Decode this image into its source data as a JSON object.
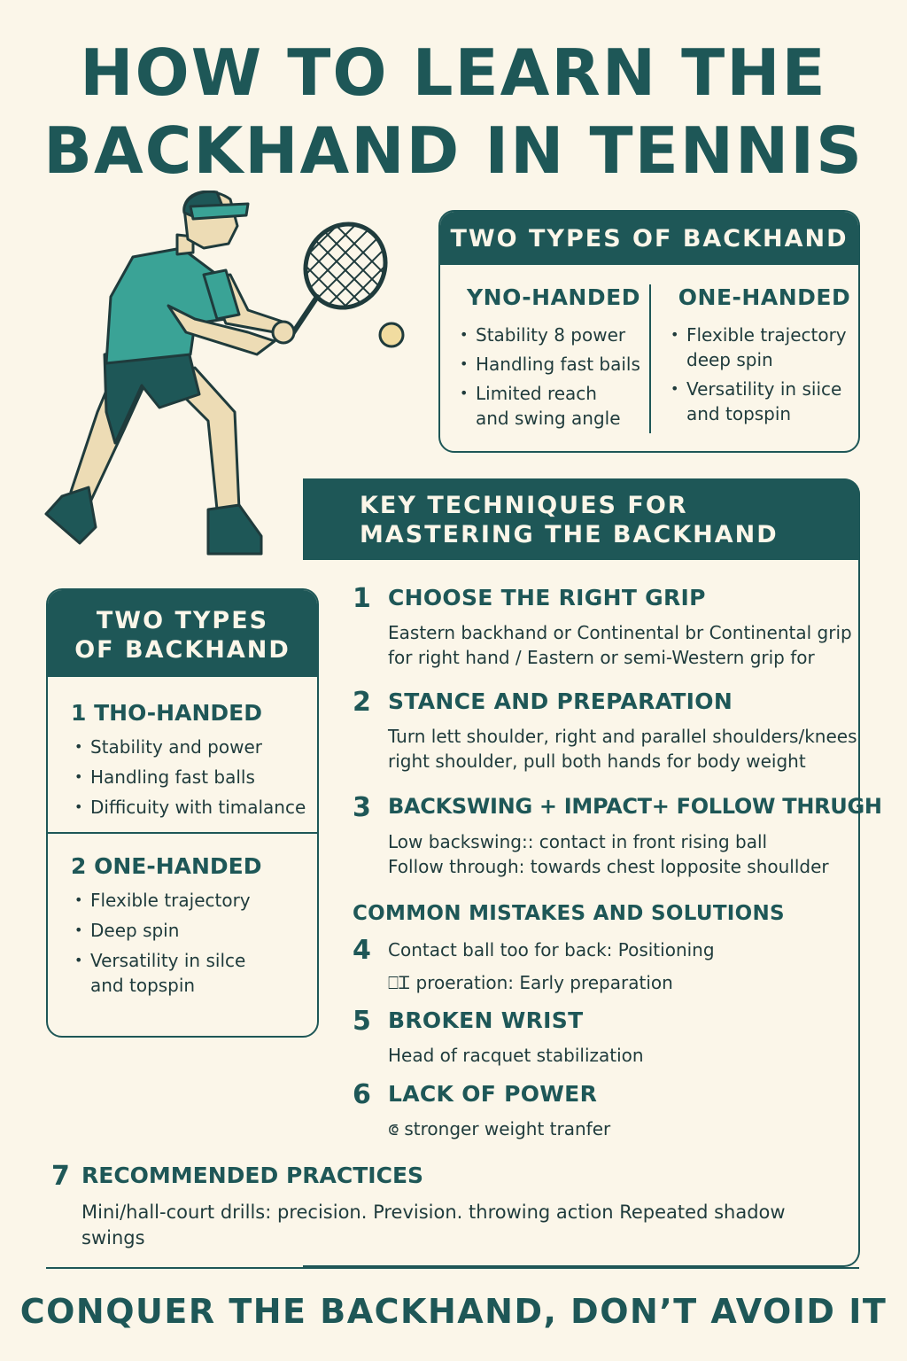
{
  "title_line1": "HOW TO LEARN THE",
  "title_line2": "BACKHAND IN TENNIS",
  "top_box": {
    "header": "TWO TYPES OF BACKHAND",
    "left_title": "YNO-HANDED",
    "left_items": [
      "Stability 8 power",
      "Handling fast bails",
      "Limited reach",
      "and swing angle"
    ],
    "right_title": "ONE-HANDED",
    "right_items": [
      "Flexible trajectory",
      "deep spin",
      "Versatility in siice",
      "and topspin"
    ]
  },
  "main_box": {
    "header_line1": "KEY TECHNIQUES FOR",
    "header_line2": "MASTERING THE BACKHAND"
  },
  "left_box": {
    "header_line1": "TWO TYPES",
    "header_line2": "OF BACKHAND",
    "sec1_title": "1 THO-HANDED",
    "sec1_items": [
      "Stability and power",
      "Handling fast balls",
      "Difficuity with timalance"
    ],
    "sec2_title": "2 ONE-HANDED",
    "sec2_items": [
      "Flexible trajectory",
      "Deep spin",
      "Versatility in silce",
      "and topspin"
    ]
  },
  "steps": [
    {
      "num": "1",
      "head": "CHOOSE THE RIGHT GRIP",
      "line1": "Eastern backhand or Continental br Continental grip",
      "line2": "for right hand / Eastern or semi-Western grip for"
    },
    {
      "num": "2",
      "head": "STANCE AND PREPARATION",
      "line1": "Turn lett shoulder, right and parallel shoulders/knees",
      "line2": "right shoulder, pull both hands for body weight"
    },
    {
      "num": "3",
      "head": "BACKSWING  + IMPACT+ FOLLOW THRUGH",
      "line1": "Low backswing:: contact in front   rising ball",
      "line2": "Follow through: towards chest lopposite shoullder"
    }
  ],
  "mistakes_head": "COMMON MISTAKES AND SOLUTIONS",
  "mistakes": [
    {
      "num": "4",
      "line1": "Contact ball too for back: Positioning",
      "line2": "proeration: Early preparation",
      "glyph": "⎕Ꮖ"
    },
    {
      "num": "5",
      "head": "BROKEN WRIST",
      "line1": "Head of racquet stabilization"
    },
    {
      "num": "6",
      "head": "LACK OF POWER",
      "line1": "stronger weight tranfer",
      "glyph": "⟃"
    }
  ],
  "practice": {
    "num": "7",
    "head": "RECOMMENDED PRACTICES",
    "body": "Mini/hall-court drills: precision.  Prevision. throwing action  Repeated shadow swings"
  },
  "footer": "CONQUER THE BACKHAND, DON’T AVOID IT"
}
